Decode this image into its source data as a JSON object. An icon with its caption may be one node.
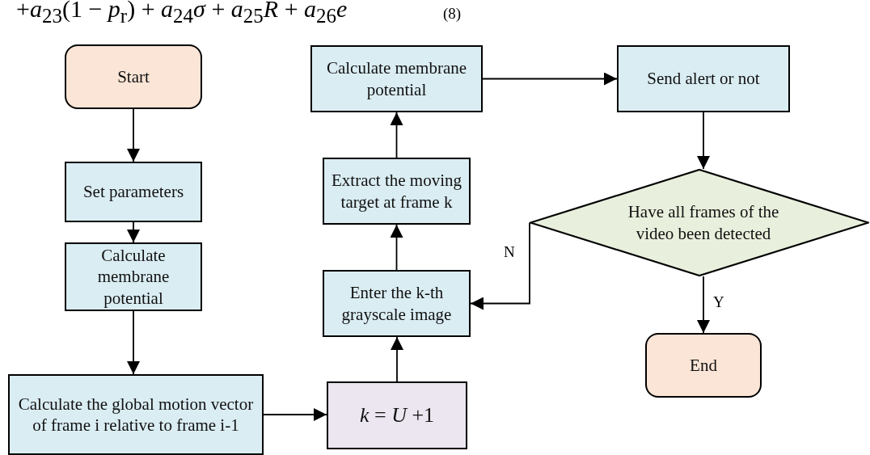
{
  "diagram": {
    "nodes": [
      {
        "text": [
          "Start"
        ]
      },
      {
        "text": [
          "Set parameters"
        ]
      },
      {
        "text": [
          "Calculate membrane potential"
        ]
      },
      {
        "text": [
          "Calculate the global motion vector of frame i relative to frame i-1"
        ]
      },
      {
        "text": [
          "*k* = *U* +1"
        ]
      },
      {
        "text": [
          "Enter the k-th grayscale image"
        ]
      },
      {
        "text": [
          "Extract the moving target at frame k"
        ]
      },
      {
        "text": [
          "Calculate membrane potential"
        ]
      },
      {
        "text": [
          "Send alert or not"
        ]
      },
      {
        "text": [
          "Have all frames of the video been detected"
        ]
      },
      {
        "text": [
          "End"
        ]
      }
    ],
    "edges": [
      {
        "from": 0,
        "to": 1,
        "arrow": "to"
      },
      {
        "from": 1,
        "to": 2,
        "arrow": "to"
      },
      {
        "from": 2,
        "to": 3,
        "arrow": "to"
      },
      {
        "from": 3,
        "to": 4,
        "arrow": "to"
      },
      {
        "from": 4,
        "to": 5,
        "arrow": "to"
      },
      {
        "from": 5,
        "to": 6,
        "arrow": "to"
      },
      {
        "from": 6,
        "to": 7,
        "arrow": "to"
      },
      {
        "from": 7,
        "to": 8,
        "arrow": "to"
      },
      {
        "from": 8,
        "to": 9,
        "arrow": "to"
      },
      {
        "from": 9,
        "to": 5,
        "arrow": "to",
        "label": "N"
      },
      {
        "from": 9,
        "to": 10,
        "arrow": "to",
        "label": "Y"
      }
    ],
    "labels": [
      "+*a*$_{23}$(1 − *p*$_{r}$) + *a*$_{24}$*σ* + *a*$_{25}$*R* + *a*$_{26}$*e*",
      "(8)"
    ]
  }
}
